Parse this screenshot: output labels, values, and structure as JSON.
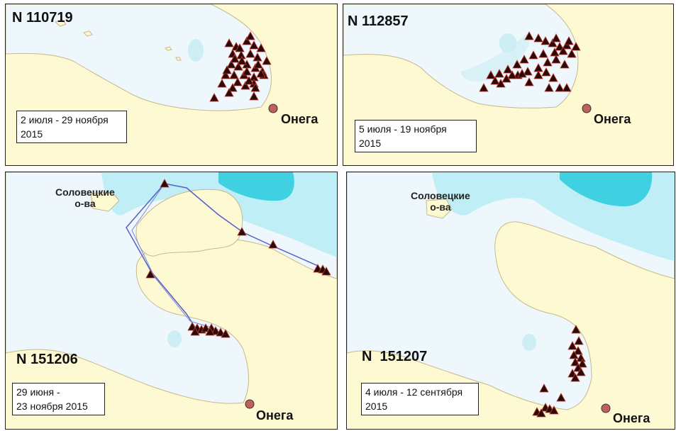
{
  "panels": [
    {
      "id": "N 110719",
      "date_range": "2 июля - 29 ноября\n2015",
      "city": "Онега"
    },
    {
      "id": "N 112857",
      "date_range": "5 июля - 19 ноября\n2015",
      "city": "Онега"
    },
    {
      "id": "N 151206",
      "date_range": "29 июня -\n23 ноября 2015",
      "city": "Онега",
      "island_label": "Соловецкие\nо-ва"
    },
    {
      "id": "N  151207",
      "date_range": "4 июля - 12 сентября\n2015",
      "city": "Онега",
      "island_label": "Соловецкие\nо-ва"
    }
  ],
  "colors": {
    "land": "#fdf9d2",
    "sea_shallow": "#eef7fb",
    "sea_deep": "#bfeef6",
    "sea_deepest": "#3fd0e2",
    "marker": "#2a0a0a",
    "marker_outline": "#c0392b",
    "track": "#5560c8",
    "city_dot": "#c0605a"
  }
}
